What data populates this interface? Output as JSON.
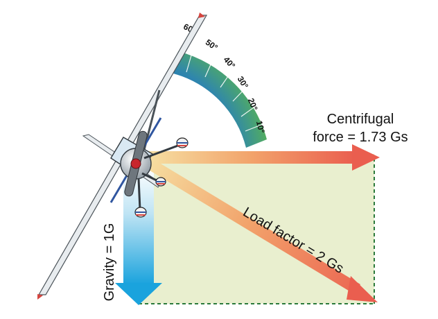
{
  "labels": {
    "centrifugal_line1": "Centrifugal",
    "centrifugal_line2": "force = 1.73 Gs",
    "load_factor": "Load factor = 2 Gs",
    "gravity": "Gravity = 1G"
  },
  "bank_angle_scale": {
    "ticks": [
      "60°",
      "50°",
      "40°",
      "30°",
      "20°",
      "10°"
    ],
    "colors": {
      "outer": "#5cb84a",
      "inner": "#1f6db8"
    }
  },
  "colors": {
    "centrifugal_arrow": "#ea5e4f",
    "load_factor_arrow": "#ea5e4f",
    "gravity_arrow": "#1aa3dd",
    "parallelogram_fill": "#e9efcf",
    "dashed_lines": "#2b7a3b"
  },
  "icons": {
    "airplane": "airplane-front-view-banked-icon"
  }
}
